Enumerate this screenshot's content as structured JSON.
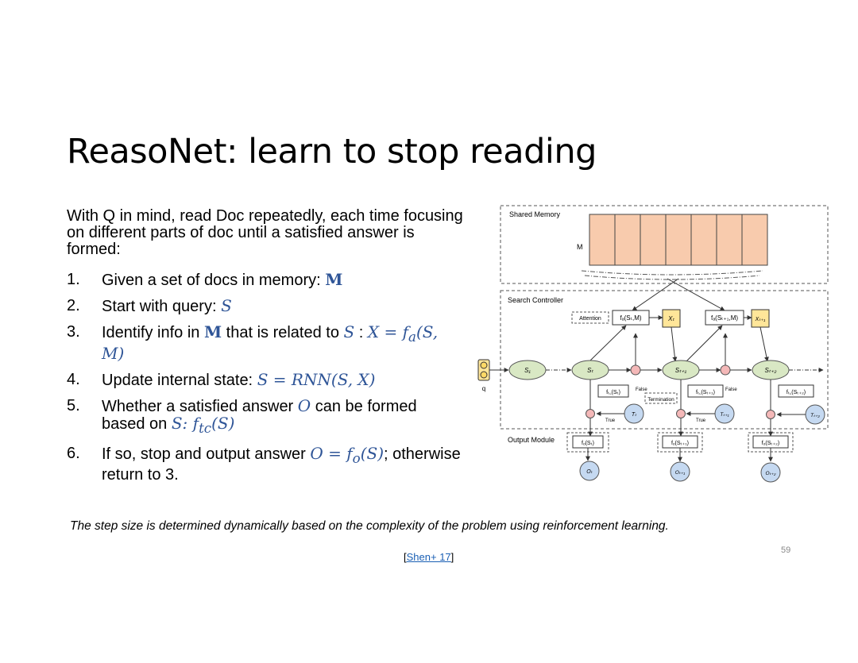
{
  "slide": {
    "title": "ReasoNet: learn to stop reading",
    "intro": "With Q in mind, read Doc repeatedly, each time focusing on different parts of doc until a satisfied answer is formed:",
    "steps": [
      {
        "num": "1.",
        "text": "Given a set of docs in memory: "
      },
      {
        "num": "2.",
        "text": "Start with query: "
      },
      {
        "num": "3.",
        "text": "Identify info in ",
        "text2": " that is related to ",
        "text3": " : "
      },
      {
        "num": "4.",
        "text": "Update internal state: "
      },
      {
        "num": "5.",
        "text": "Whether a satisfied answer ",
        "text2": " can be formed based on "
      },
      {
        "num": "6.",
        "text": "If so, stop and output answer ",
        "text2": "; otherwise return to 3."
      }
    ],
    "math": {
      "M": "M",
      "S": "S",
      "X_eq": "X = f",
      "sub_a": "a",
      "args_SM": "(S, M)",
      "S_eq": "S = RNN(S, X)",
      "O": "O",
      "S_colon": "S: f",
      "sub_tc": "tc",
      "args_S": "(S)",
      "O_eq": "O = f",
      "sub_o": "o"
    },
    "caption": "The step size is determined dynamically based on the complexity of the problem using reinforcement learning.",
    "reference": {
      "open": "[",
      "link": "Shen+ 17",
      "close": "]"
    },
    "page_number": "59"
  },
  "diagram": {
    "shared_memory_label": "Shared Memory",
    "memory_label": "M",
    "search_controller_label": "Search Controller",
    "attention_label": "Attention",
    "termination_label": "Termination",
    "output_module_label": "Output Module",
    "query_label": "q",
    "fa_t": "fₐ(Sₜ,M)",
    "fa_t1": "fₐ(Sₜ₊₁,M)",
    "x_t": "Xₜ",
    "x_t1": "Xₜ₊₁",
    "s1": "S₁",
    "s_t": "Sₜ",
    "s_t1": "Sₜ₊₁",
    "s_t2": "Sₜ₊₂",
    "ftc_t": "fₜ꜀(Sₜ)",
    "ftc_t1": "fₜ꜀(Sₜ₊₁)",
    "ftc_t2": "fₜ꜀(Sₜ₊₂)",
    "t_t": "Tₜ",
    "t_t1": "Tₜ₊₁",
    "t_t2": "Tₜ₊₂",
    "false_label": "False",
    "true_label": "True",
    "fo_t": "fₒ(Sₜ)",
    "fo_t1": "fₒ(Sₜ₊₁)",
    "fo_t2": "fₒ(Sₜ₊₂)",
    "o_t": "Oₜ",
    "o_t1": "Oₜ₊₁",
    "o_t2": "Oₜ₊₂",
    "colors": {
      "memory_fill": "#f8cbad",
      "x_fill": "#ffe699",
      "state_fill": "#d9e8c4",
      "t_fill": "#c5d9f1",
      "gate_fill": "#f4b8b8"
    }
  }
}
